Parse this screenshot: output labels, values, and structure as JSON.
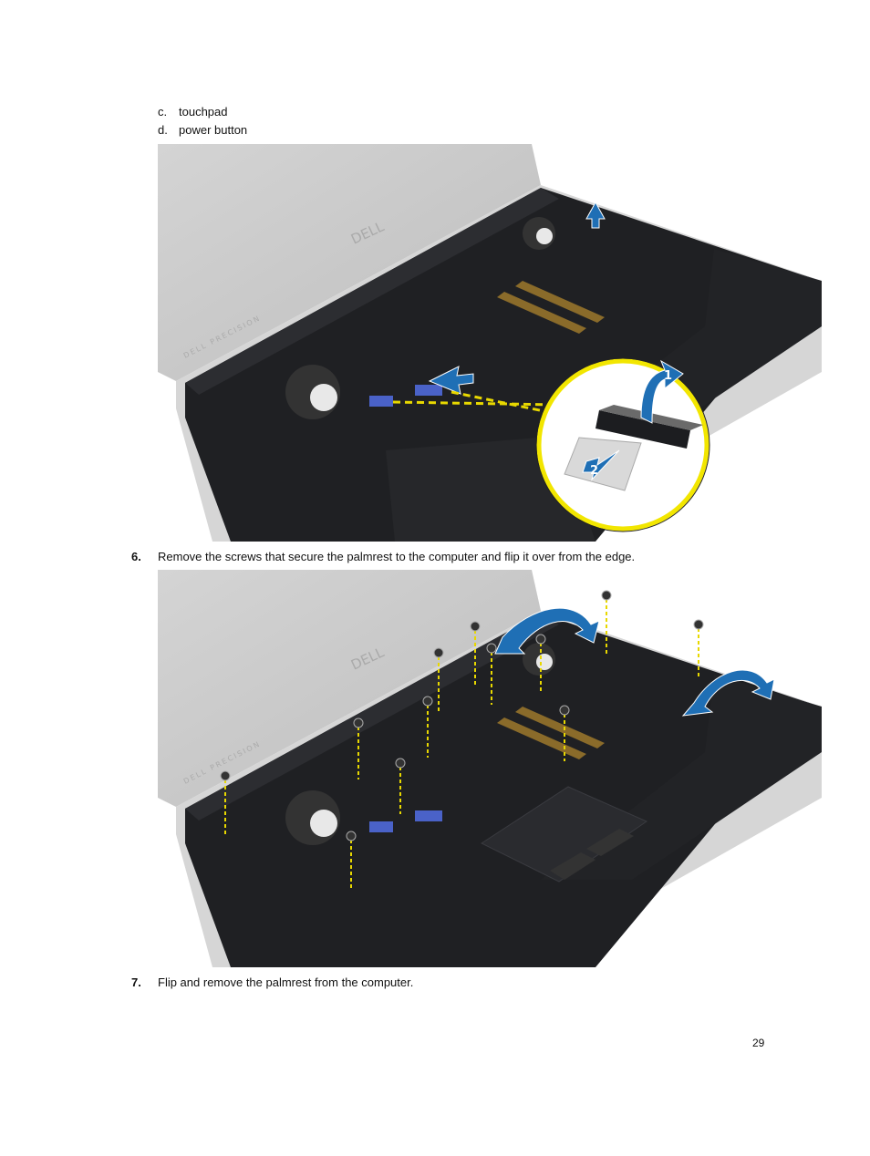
{
  "list": {
    "items": [
      {
        "marker": "c.",
        "text": "touchpad"
      },
      {
        "marker": "d.",
        "text": "power button"
      }
    ]
  },
  "steps": [
    {
      "number": "6.",
      "text": "Remove the screws that secure the palmrest to the computer and flip it over from the edge."
    },
    {
      "number": "7.",
      "text": "Flip and remove the palmrest from the computer."
    }
  ],
  "figure1": {
    "logo": "DELL",
    "model": "DELL PRECISION",
    "callout_steps": [
      "1",
      "2"
    ]
  },
  "figure2": {
    "logo": "DELL",
    "model": "DELL PRECISION"
  },
  "page_number": "29",
  "colors": {
    "arrow_blue": "#1f6fb5",
    "callout_yellow": "#f2e600",
    "guide_yellow": "#e8d800",
    "laptop_dark": "#1c1d20",
    "laptop_lid": "#c8c8c8"
  }
}
